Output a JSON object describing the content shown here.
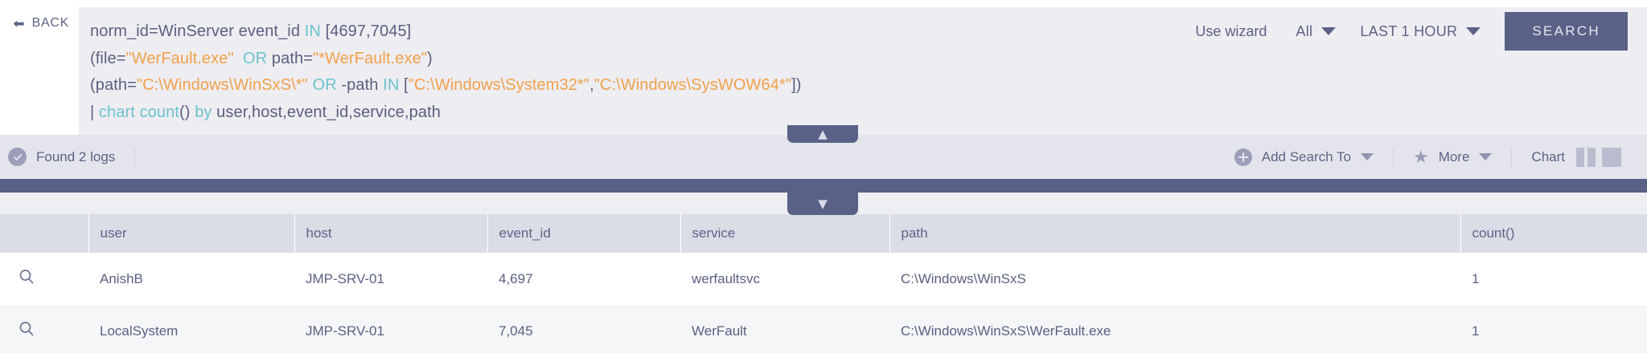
{
  "topbar": {
    "back_label": "BACK",
    "back_icon": "arrow-left-icon",
    "use_wizard_label": "Use wizard",
    "scope_selector": {
      "label": "All",
      "icon": "chevron-down-icon"
    },
    "time_selector": {
      "label": "LAST 1 HOUR",
      "icon": "chevron-down-icon"
    },
    "search_button_label": "SEARCH",
    "collapse_up_icon": "double-chevron-up-icon",
    "query_lines": [
      [
        {
          "t": "norm_id=WinServer event_id ",
          "c": "plain"
        },
        {
          "t": "IN",
          "c": "key"
        },
        {
          "t": " [4697,7045]",
          "c": "plain"
        }
      ],
      [
        {
          "t": "(file=",
          "c": "plain"
        },
        {
          "t": "\"WerFault.exe\"",
          "c": "str"
        },
        {
          "t": "  ",
          "c": "plain"
        },
        {
          "t": "OR",
          "c": "key"
        },
        {
          "t": " path=",
          "c": "plain"
        },
        {
          "t": "\"*WerFault.exe\"",
          "c": "str"
        },
        {
          "t": ")",
          "c": "plain"
        }
      ],
      [
        {
          "t": "(path=",
          "c": "plain"
        },
        {
          "t": "\"C:\\Windows\\WinSxS\\*\"",
          "c": "str"
        },
        {
          "t": " ",
          "c": "plain"
        },
        {
          "t": "OR",
          "c": "key"
        },
        {
          "t": " -path ",
          "c": "plain"
        },
        {
          "t": "IN",
          "c": "key"
        },
        {
          "t": " [",
          "c": "plain"
        },
        {
          "t": "\"C:\\Windows\\System32*\"",
          "c": "str"
        },
        {
          "t": ",",
          "c": "plain"
        },
        {
          "t": "\"C:\\Windows\\SysWOW64*\"",
          "c": "str"
        },
        {
          "t": "])",
          "c": "plain"
        }
      ],
      [
        {
          "t": "| ",
          "c": "plain"
        },
        {
          "t": "chart count",
          "c": "cmd"
        },
        {
          "t": "() ",
          "c": "plain"
        },
        {
          "t": "by",
          "c": "cmd"
        },
        {
          "t": " user,host,event_id,service,path",
          "c": "plain"
        }
      ]
    ],
    "query_plain_text": "norm_id=WinServer event_id IN [4697,7045]\n(file=\"WerFault.exe\"  OR path=\"*WerFault.exe\")\n(path=\"C:\\Windows\\WinSxS\\*\" OR -path IN [\"C:\\Windows\\System32*\",\"C:\\Windows\\SysWOW64*\"])\n| chart count() by user,host,event_id,service,path"
  },
  "results_bar": {
    "status_icon": "check-circle-icon",
    "status_label": "Found 2 logs",
    "add_search_to": {
      "label": "Add Search To",
      "icon": "plus-circle-icon",
      "caret": "chevron-down-icon"
    },
    "more": {
      "label": "More",
      "icon": "star-icon",
      "caret": "chevron-down-icon"
    },
    "chart_label": "Chart",
    "view_bars_icon": "bar-view-icon",
    "view_grid_icon": "grid-view-icon"
  },
  "chart_strip": {
    "collapse_down_icon": "double-chevron-down-icon"
  },
  "table": {
    "row_icon": "magnifier-icon",
    "columns": [
      "",
      "user",
      "host",
      "event_id",
      "service",
      "path",
      "count()"
    ],
    "rows": [
      {
        "user": "AnishB",
        "host": "JMP-SRV-01",
        "event_id": "4,697",
        "service": "werfaultsvc",
        "path": "C:\\Windows\\WinSxS",
        "count": "1"
      },
      {
        "user": "LocalSystem",
        "host": "JMP-SRV-01",
        "event_id": "7,045",
        "service": "WerFault",
        "path": "C:\\Windows\\WinSxS\\WerFault.exe",
        "count": "1"
      }
    ]
  },
  "colors": {
    "accent": "#5a6187",
    "query_bg": "#eeedf2",
    "toolbar_bg": "#e4e5ec",
    "header_bg": "#dadde6",
    "text": "#5d6387",
    "token_keyword": "#6cc2cc",
    "token_string": "#f0a14b"
  }
}
